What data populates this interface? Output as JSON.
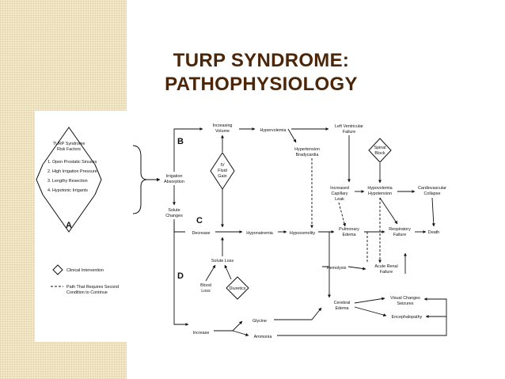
{
  "slide": {
    "title_line1": "TURP SYNDROME:",
    "title_line2": "PATHOPHYSIOLOGY",
    "title_color": "#4b2608",
    "background_band_color": "#f4e9c8"
  },
  "diagram": {
    "sections": [
      "A",
      "B",
      "C",
      "D"
    ],
    "risk_factors": {
      "title_line1": "TURP Syndrome",
      "title_line2": "Risk Factors",
      "items": [
        "1. Open Prostatic Sinuses",
        "2. High Irrigation Pressure",
        "3. Lengthy Resection",
        "4. Hypotonic Irrigants"
      ]
    },
    "legend": {
      "clinical_intervention": "Clinical Intervention",
      "second_condition_line1": "Path That Requires Second",
      "second_condition_line2": "Condition to Continue"
    },
    "nodes": {
      "irrigation_absorption_1": "Irrigation",
      "irrigation_absorption_2": "Absorption",
      "increasing_volume_1": "Increasing",
      "increasing_volume_2": "Volume",
      "iv_fluid_gain_1": "IV",
      "iv_fluid_gain_2": "Fluid",
      "iv_fluid_gain_3": "Gain",
      "hypervolemia": "Hypervolemia",
      "lv_failure_1": "Left Ventricular",
      "lv_failure_2": "Failure",
      "hypertension_1": "Hypertension",
      "hypertension_2": "Bradycardia",
      "spinal_block_1": "Spinal",
      "spinal_block_2": "Block",
      "capillary_leak_1": "Increased",
      "capillary_leak_2": "Capillary",
      "capillary_leak_3": "Leak",
      "hypovolemia_1": "Hypovolemia",
      "hypovolemia_2": "Hypotension",
      "cv_collapse_1": "Cardiovascular",
      "cv_collapse_2": "Collapse",
      "solute_changes_1": "Solute",
      "solute_changes_2": "Changes",
      "decrease": "Decrease",
      "hyponatremia": "Hyponatremia",
      "hypoosmolity": "Hypoosmolity",
      "pulmonary_edema_1": "Pulmonary",
      "pulmonary_edema_2": "Edema",
      "respiratory_failure_1": "Respiratory",
      "respiratory_failure_2": "Failure",
      "death": "Death",
      "solute_loss": "Solute Loss",
      "hemolysis": "Hemolysis",
      "renal_failure_1": "Acute Renal",
      "renal_failure_2": "Failure",
      "blood_loss_1": "Blood",
      "blood_loss_2": "Loss",
      "diuretics": "Diuretics",
      "cerebral_edema_1": "Cerebral",
      "cerebral_edema_2": "Edema",
      "visual_changes_1": "Visual Changes",
      "visual_changes_2": "Seizures",
      "encephalopathy": "Encephalopathy",
      "increase": "Increase",
      "glycine": "Glycine",
      "ammonia": "Ammonia"
    }
  }
}
